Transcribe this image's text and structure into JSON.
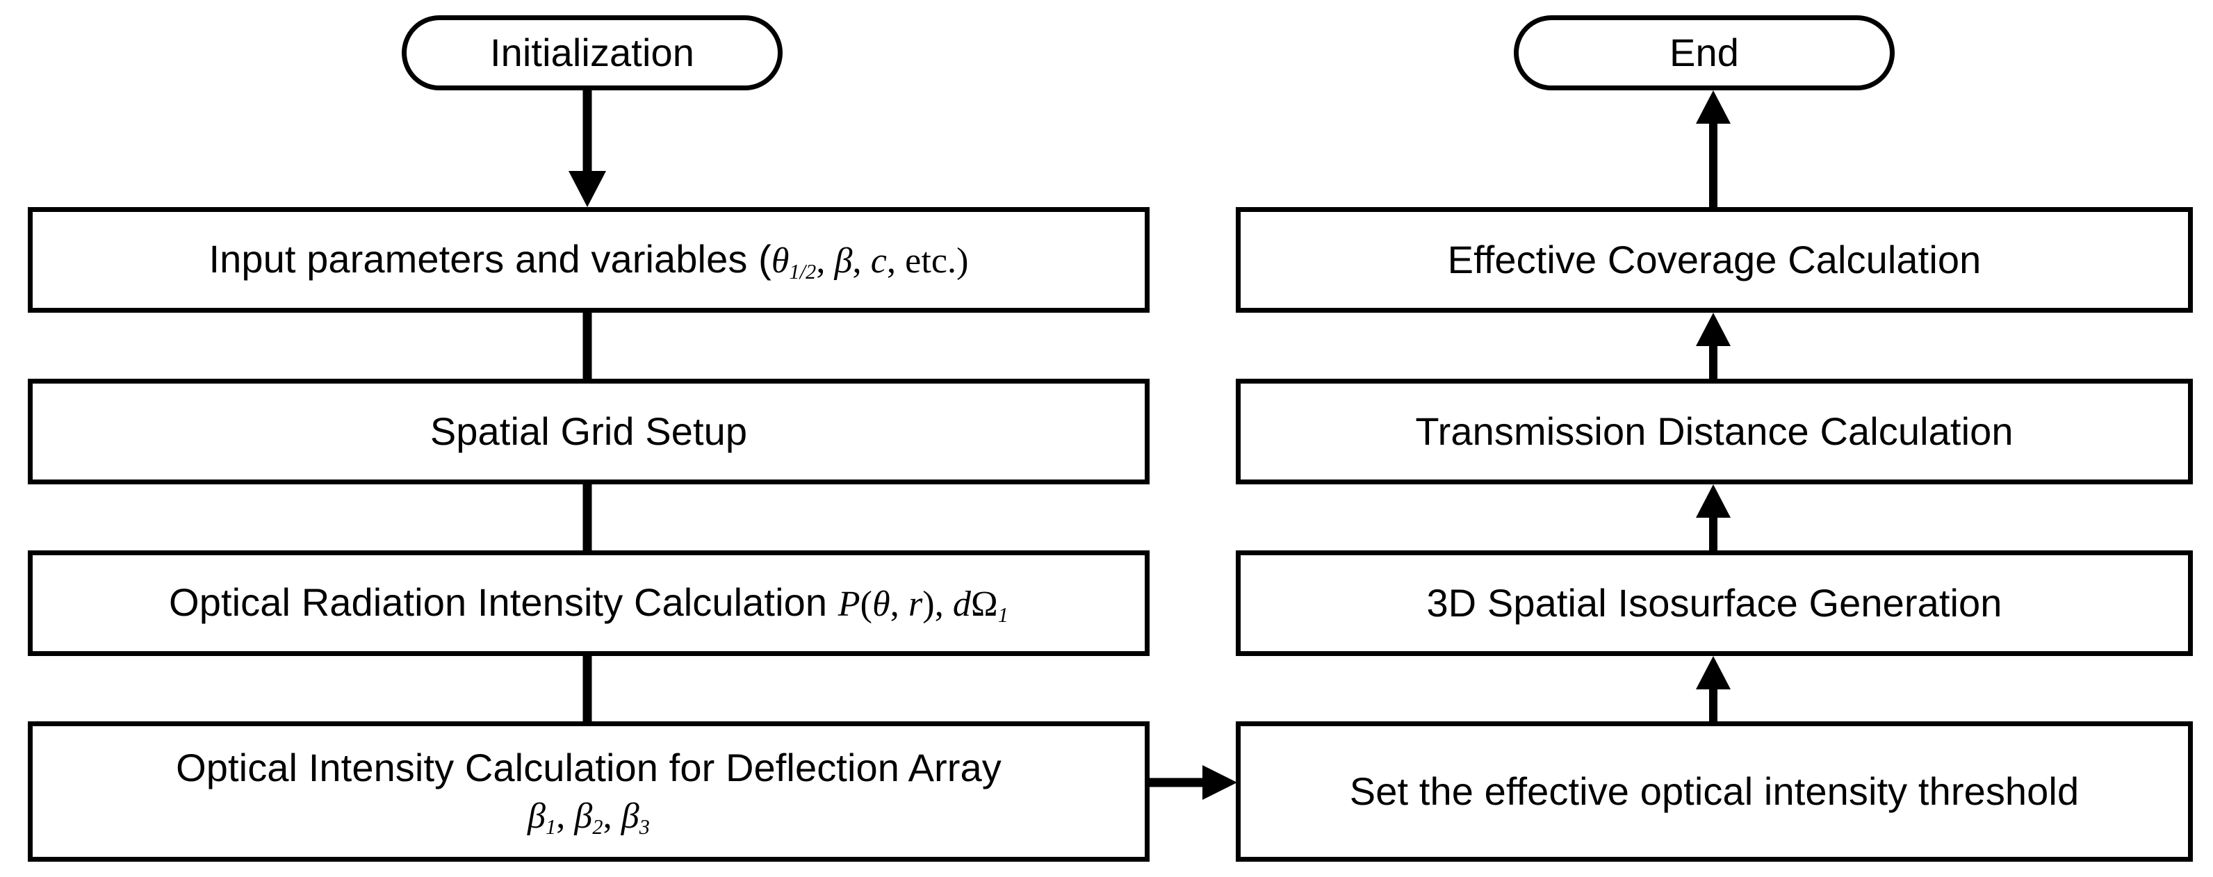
{
  "diagram": {
    "title": "Optical coverage simulation flowchart",
    "background_color": "#ffffff",
    "stroke_color": "#000000",
    "type": "flowchart",
    "columns": 2
  },
  "nodes": {
    "initialization": {
      "label": "Initialization",
      "shape": "terminal"
    },
    "input_parameters": {
      "label_prefix": "Input parameters and variables (",
      "math_theta": "θ",
      "math_theta_sub": "1/2",
      "math_sep1": ", ",
      "math_beta": "β",
      "math_sep2": ", ",
      "math_c": "c",
      "math_tail": ",  etc.)",
      "shape": "process"
    },
    "spatial_grid": {
      "label": "Spatial Grid Setup",
      "shape": "process"
    },
    "radiation_intensity": {
      "label_prefix": "Optical Radiation Intensity Calculation ",
      "math_p": "P",
      "math_open": "(",
      "math_theta": "θ",
      "math_comma": ", ",
      "math_r": "r",
      "math_close": "),",
      "math_d": " d",
      "math_omega": "Ω",
      "math_omega_sub": "1",
      "shape": "process"
    },
    "deflection_array": {
      "label": "Optical Intensity Calculation for Deflection Array",
      "math_beta1": "β",
      "math_beta1_sub": "1",
      "math_sep1": ", ",
      "math_beta2": "β",
      "math_beta2_sub": "2",
      "math_sep2": ", ",
      "math_beta3": "β",
      "math_beta3_sub": "3",
      "shape": "process"
    },
    "threshold": {
      "label": "Set the effective optical intensity threshold",
      "shape": "process"
    },
    "isosurface": {
      "label": "3D Spatial Isosurface Generation",
      "shape": "process"
    },
    "transmission_distance": {
      "label": "Transmission Distance Calculation",
      "shape": "process"
    },
    "effective_coverage": {
      "label": "Effective Coverage Calculation",
      "shape": "process"
    },
    "end": {
      "label": "End",
      "shape": "terminal"
    }
  },
  "edges": [
    {
      "from": "initialization",
      "to": "input_parameters",
      "direction": "down"
    },
    {
      "from": "input_parameters",
      "to": "spatial_grid",
      "direction": "down"
    },
    {
      "from": "spatial_grid",
      "to": "radiation_intensity",
      "direction": "down"
    },
    {
      "from": "radiation_intensity",
      "to": "deflection_array",
      "direction": "down"
    },
    {
      "from": "deflection_array",
      "to": "threshold",
      "direction": "right"
    },
    {
      "from": "threshold",
      "to": "isosurface",
      "direction": "up"
    },
    {
      "from": "isosurface",
      "to": "transmission_distance",
      "direction": "up"
    },
    {
      "from": "transmission_distance",
      "to": "effective_coverage",
      "direction": "up"
    },
    {
      "from": "effective_coverage",
      "to": "end",
      "direction": "up"
    }
  ]
}
